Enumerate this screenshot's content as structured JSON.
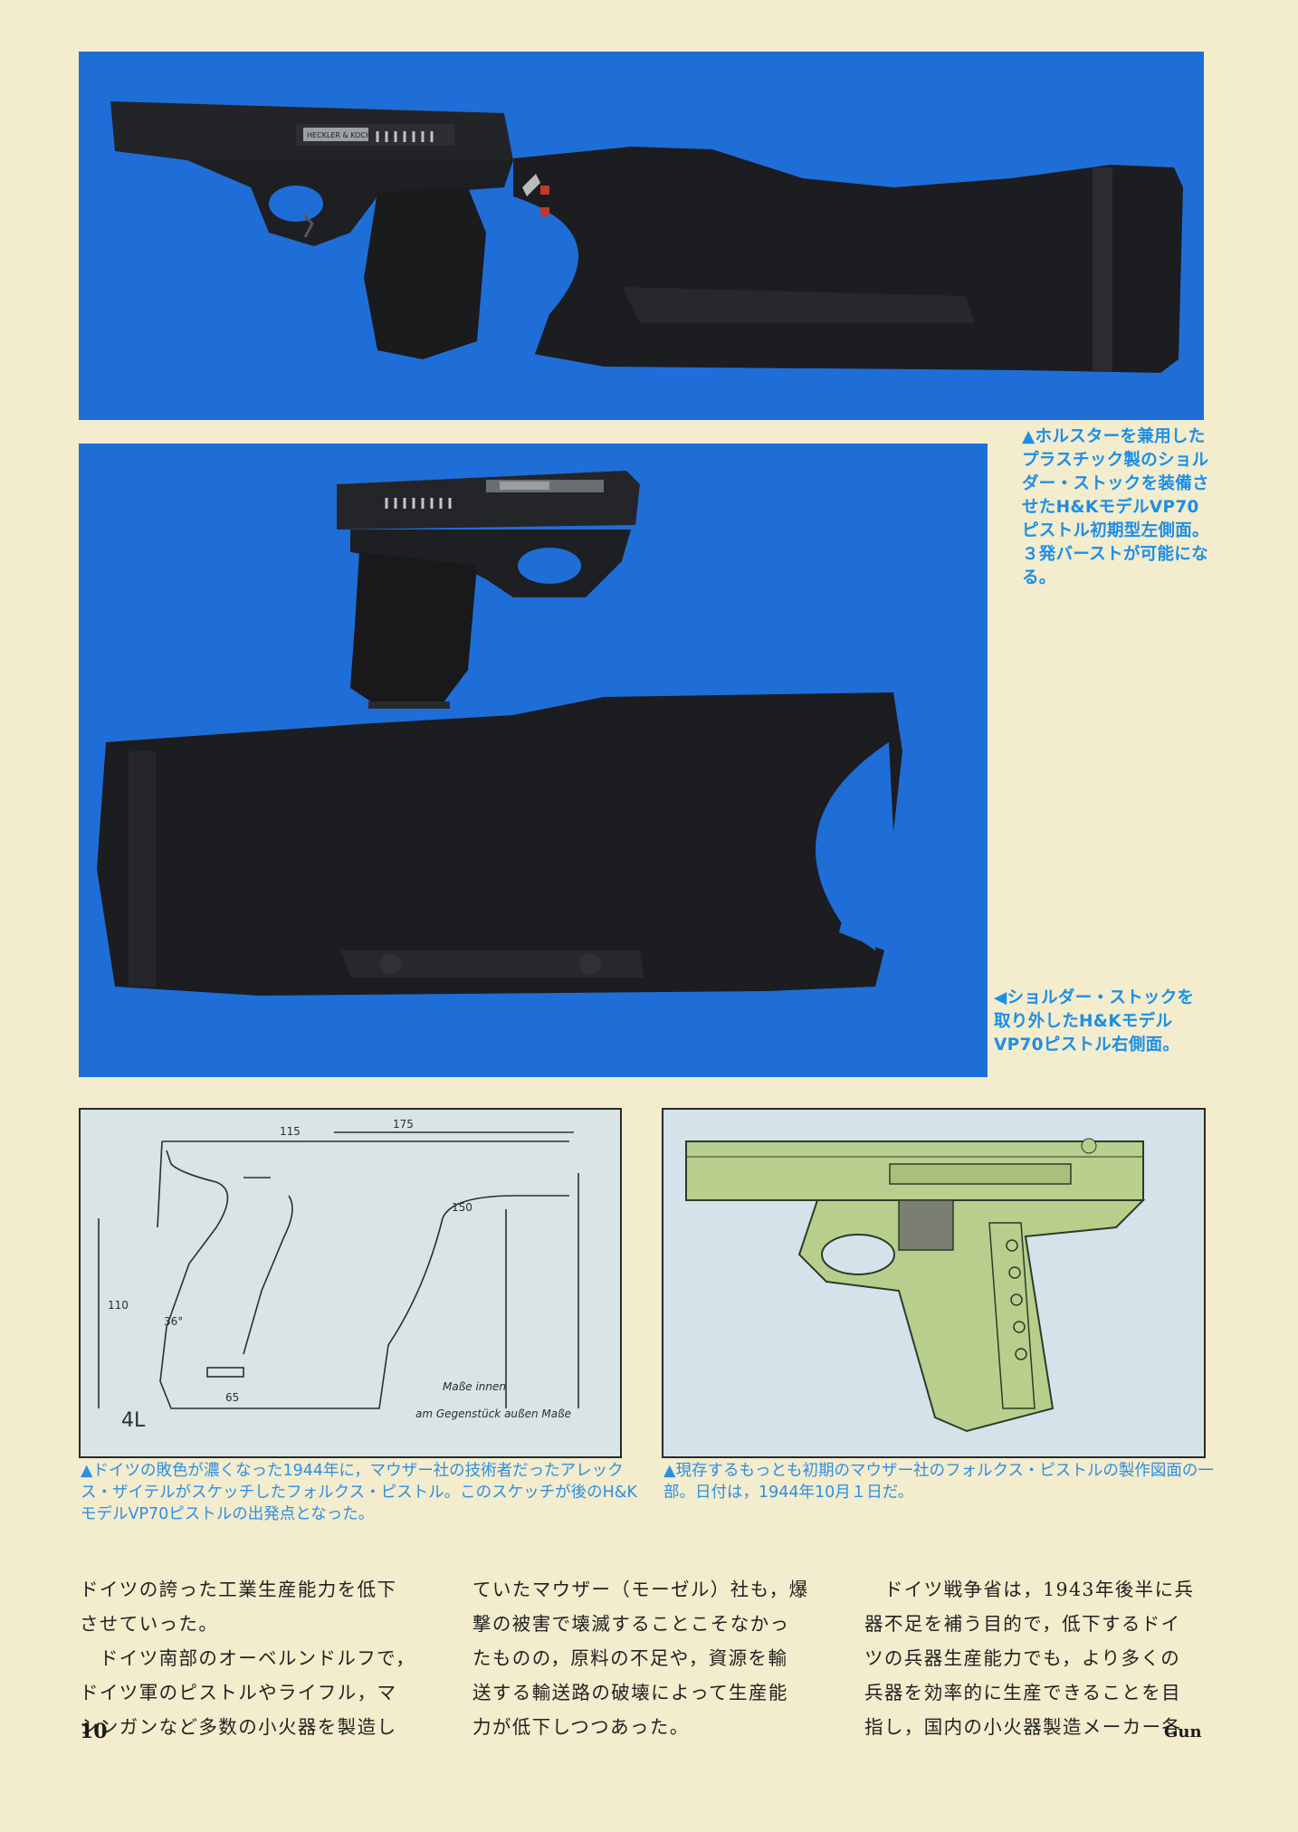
{
  "captions": {
    "photo1": "▲ホルスターを兼用したプラスチック製のショルダー・ストックを装備させたH&KモデルVP70ピストル初期型左側面。３発バーストが可能になる。",
    "photo2": "◀ショルダー・ストックを取り外したH&KモデルVP70ピストル右側面。",
    "drawing1": "▲ドイツの敗色が濃くなった1944年に，マウザー社の技術者だったアレックス・ザイテルがスケッチしたフォルクス・ピストル。このスケッチが後のH&KモデルVP70ピストルの出発点となった。",
    "drawing2": "▲現存するもっとも初期のマウザー社のフォルクス・ピストルの製作図面の一部。日付は，1944年10月１日だ。"
  },
  "photo1_marking": "HECKLER & KOCH GMBH",
  "sketch_labels": {
    "dim_115": "115",
    "dim_175": "175",
    "dim_150": "150",
    "dim_110": "110",
    "angle": "36°",
    "dim_65": "65",
    "note1": "Maße innen",
    "note2": "am Gegenstück außen Maße",
    "signature": "4L"
  },
  "body": {
    "col1": [
      "ドイツの誇った工業生産能力を低下",
      "させていった。",
      "　ドイツ南部のオーベルンドルフで，",
      "ドイツ軍のピストルやライフル，マ",
      "シンガンなど多数の小火器を製造し"
    ],
    "col2": [
      "ていたマウザー（モーゼル）社も，爆",
      "撃の被害で壊滅することこそなかっ",
      "たものの，原料の不足や，資源を輸",
      "送する輸送路の破壊によって生産能",
      "力が低下しつつあった。"
    ],
    "col3": [
      "　ドイツ戦争省は，1943年後半に兵",
      "器不足を補う目的で，低下するドイ",
      "ツの兵器生産能力でも，より多くの",
      "兵器を効率的に生産できることを目",
      "指し，国内の小火器製造メーカー各"
    ]
  },
  "footer": {
    "page_number": "10",
    "magazine": "Gun"
  }
}
